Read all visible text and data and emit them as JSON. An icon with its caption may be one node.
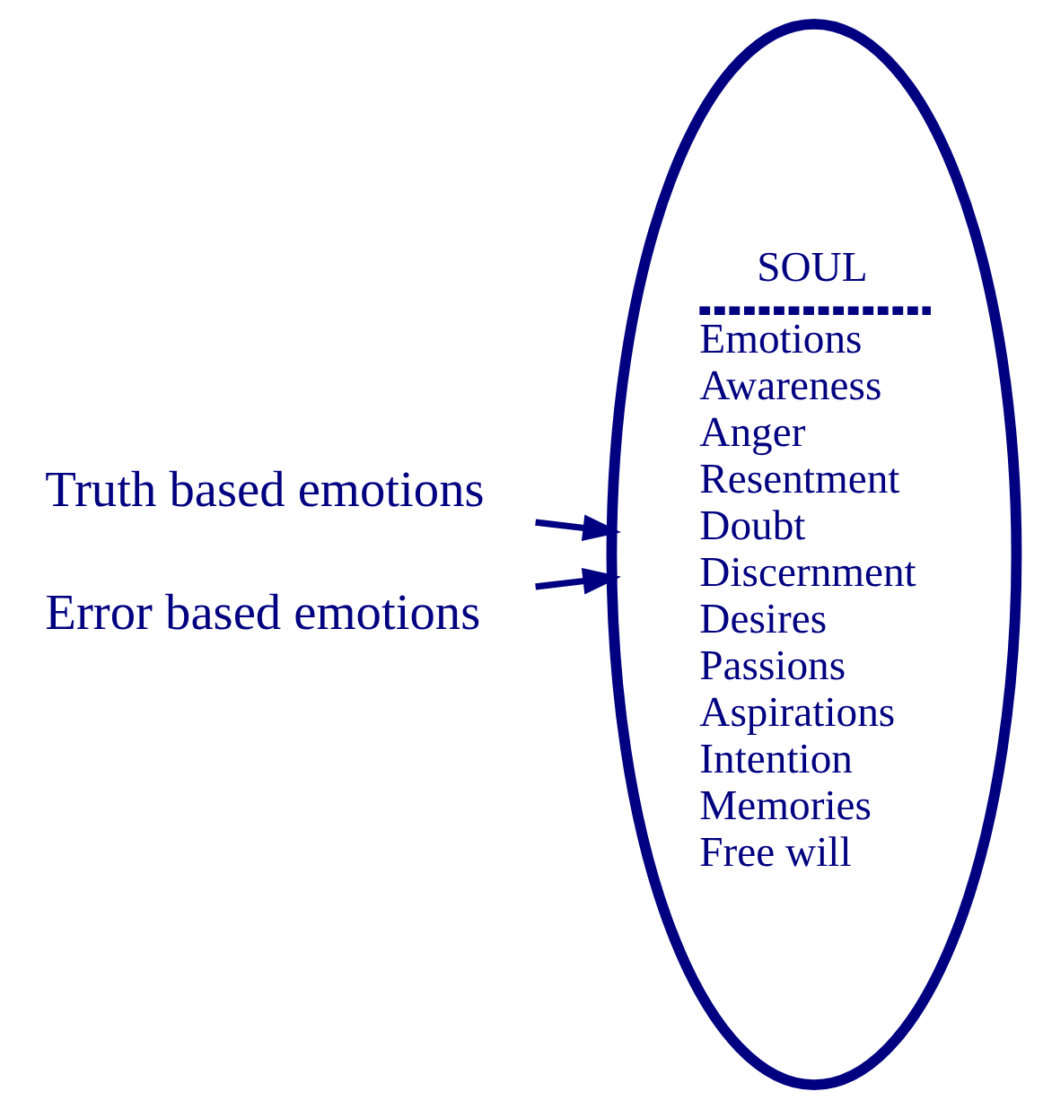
{
  "diagram": {
    "nodes": [
      {
        "text": [
          "Truth based emotions"
        ]
      },
      {
        "text": [
          "Error based emotions"
        ]
      },
      {
        "text": [
          "SOUL",
          "Emotions",
          "Awareness",
          "Anger",
          "Resentment",
          "Doubt",
          "Discernment",
          "Desires",
          "Passions",
          "Aspirations",
          "Intention",
          "Memories",
          "Free will"
        ]
      }
    ],
    "edges": [
      {
        "from": 0,
        "to": 2,
        "arrow": "to"
      },
      {
        "from": 1,
        "to": 2,
        "arrow": "to"
      }
    ]
  }
}
